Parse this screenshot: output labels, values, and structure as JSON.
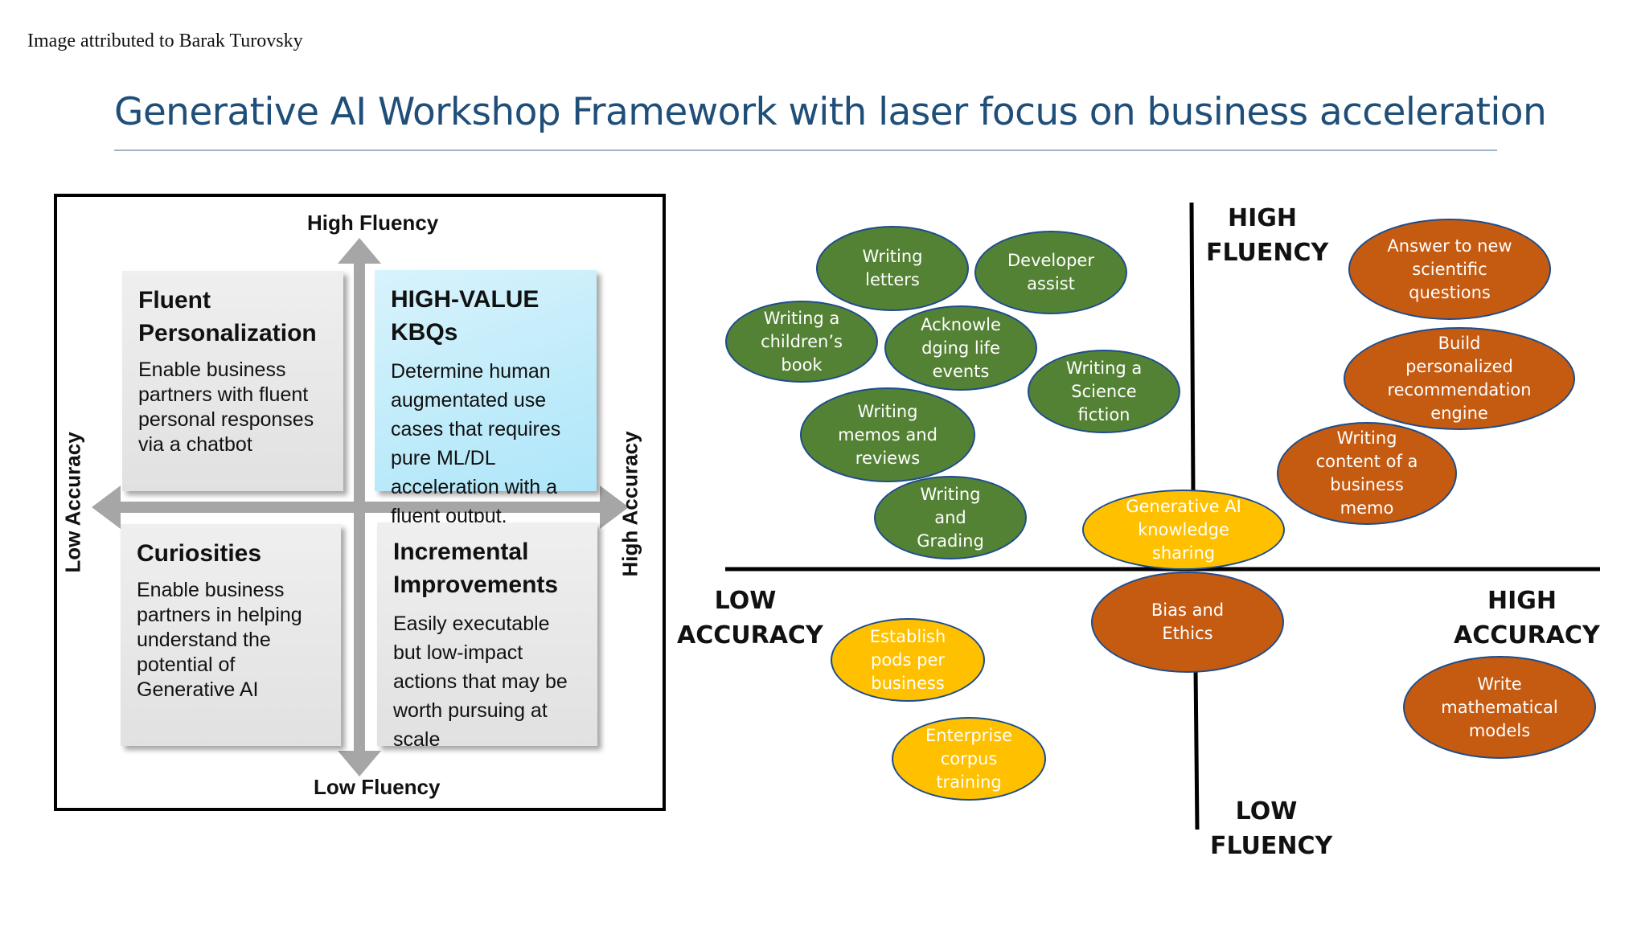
{
  "attribution": "Image attributed to Barak Turovsky",
  "title": "Generative AI Workshop Framework with laser focus on business acceleration",
  "matrix": {
    "top_axis": "High Fluency",
    "bottom_axis": "Low Fluency",
    "left_axis": "Low Accuracy",
    "right_axis": "High Accuracy",
    "quadrants": {
      "top_left": {
        "title": "Fluent Personalization",
        "body": "Enable business partners with fluent personal responses via a chatbot"
      },
      "top_right": {
        "title": "HIGH-VALUE KBQs",
        "body": "Determine human augmentated use cases that requires pure ML/DL acceleration with a fluent output."
      },
      "bottom_left": {
        "title": "Curiosities",
        "body": "Enable business partners in helping understand the potential of Generative AI"
      },
      "bottom_right": {
        "title": "Incremental Improvements",
        "body": "Easily executable but low-impact actions that may be worth pursuing at scale"
      }
    },
    "colors": {
      "arrow": "#a6a6a6",
      "quadrant_grey": "#e4e4e4",
      "quadrant_blue": "#b8eaf9"
    }
  },
  "chart": {
    "labels": {
      "high_fluency": "HIGH\nFLUENCY",
      "low_fluency": "LOW\nFLUENCY",
      "low_accuracy": "LOW\nACCURACY",
      "high_accuracy": "HIGH\nACCURACY"
    },
    "colors": {
      "green": "#548235",
      "orange": "#c55a11",
      "gold": "#ffc000",
      "bubble_border": "#1e4d8c"
    },
    "bubbles": [
      {
        "text": "Writing\nletters",
        "color": "green"
      },
      {
        "text": "Developer\nassist",
        "color": "green"
      },
      {
        "text": "Writing a\nchildren’s\nbook",
        "color": "green"
      },
      {
        "text": "Acknowle\ndging life\nevents",
        "color": "green"
      },
      {
        "text": "Writing a\nScience\nfiction",
        "color": "green"
      },
      {
        "text": "Writing\nmemos and\nreviews",
        "color": "green"
      },
      {
        "text": "Writing\nand\nGrading",
        "color": "green"
      },
      {
        "text": "Answer to new\nscientific\nquestions",
        "color": "orange"
      },
      {
        "text": "Build\npersonalized\nrecommendation\nengine",
        "color": "orange"
      },
      {
        "text": "Writing\ncontent of a\nbusiness\nmemo",
        "color": "orange"
      },
      {
        "text": "Generative AI\nknowledge\nsharing",
        "color": "gold"
      },
      {
        "text": "Bias and\nEthics",
        "color": "orange"
      },
      {
        "text": "Establish\npods per\nbusiness",
        "color": "gold"
      },
      {
        "text": "Enterprise\ncorpus\ntraining",
        "color": "gold"
      },
      {
        "text": "Write\nmathematical\nmodels",
        "color": "orange"
      }
    ]
  }
}
